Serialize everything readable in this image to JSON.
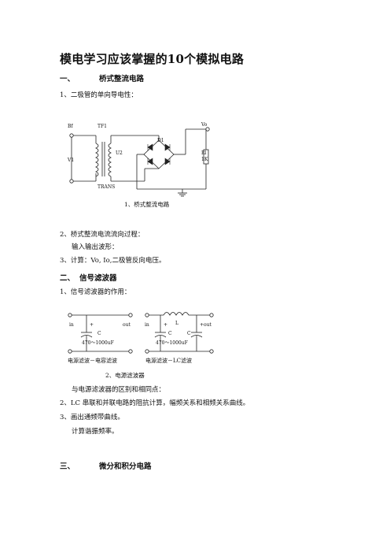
{
  "title": "模电学习应该掌握的10个模拟电路",
  "sections": [
    {
      "num": "一、",
      "heading": "桥式整流电路"
    },
    {
      "num": "二、",
      "heading": "信号滤波器"
    },
    {
      "num": "三、",
      "heading": "微分和积分电路"
    }
  ],
  "lines": {
    "s1_item1": "1、二极管的单向导电性：",
    "s1_item2": "2、桥式整流电流流向过程：",
    "s1_item2_sub": "输入输出波形：",
    "s1_item3": "3、计算：Vo, Io,二极管反向电压。",
    "s2_item1": "1、信号滤波器的作用：",
    "s2_note": "与电源滤波器的区别和相同点：",
    "s2_item2": "2、LC 串联和并联电路的阻抗计算，幅频关系和相频关系曲线。",
    "s2_item3": "3、画出通频带曲线。",
    "s2_item3_sub": "计算谐振频率。"
  },
  "figure1": {
    "caption": "1、桥式整流电路",
    "labels": {
      "bf": "Bf",
      "tf1": "TF1",
      "v1": "V1",
      "u2": "U2",
      "d1": "D1",
      "trans": "TRANS",
      "vo": "Vo",
      "rl": "Rl",
      "rl_val": "1K"
    }
  },
  "figure2": {
    "caption": "2、电源滤波器",
    "left": {
      "in": "in",
      "out": "out",
      "plus": "+",
      "c": "C",
      "range": "470～1000uF",
      "label": "电源滤波－电容滤波"
    },
    "right": {
      "in": "in",
      "out": "out",
      "plus1": "+",
      "plus2": "+",
      "l": "L",
      "c1": "C",
      "c2": "C",
      "range": "470～1000uF",
      "label": "电源滤波－LC滤波"
    }
  }
}
